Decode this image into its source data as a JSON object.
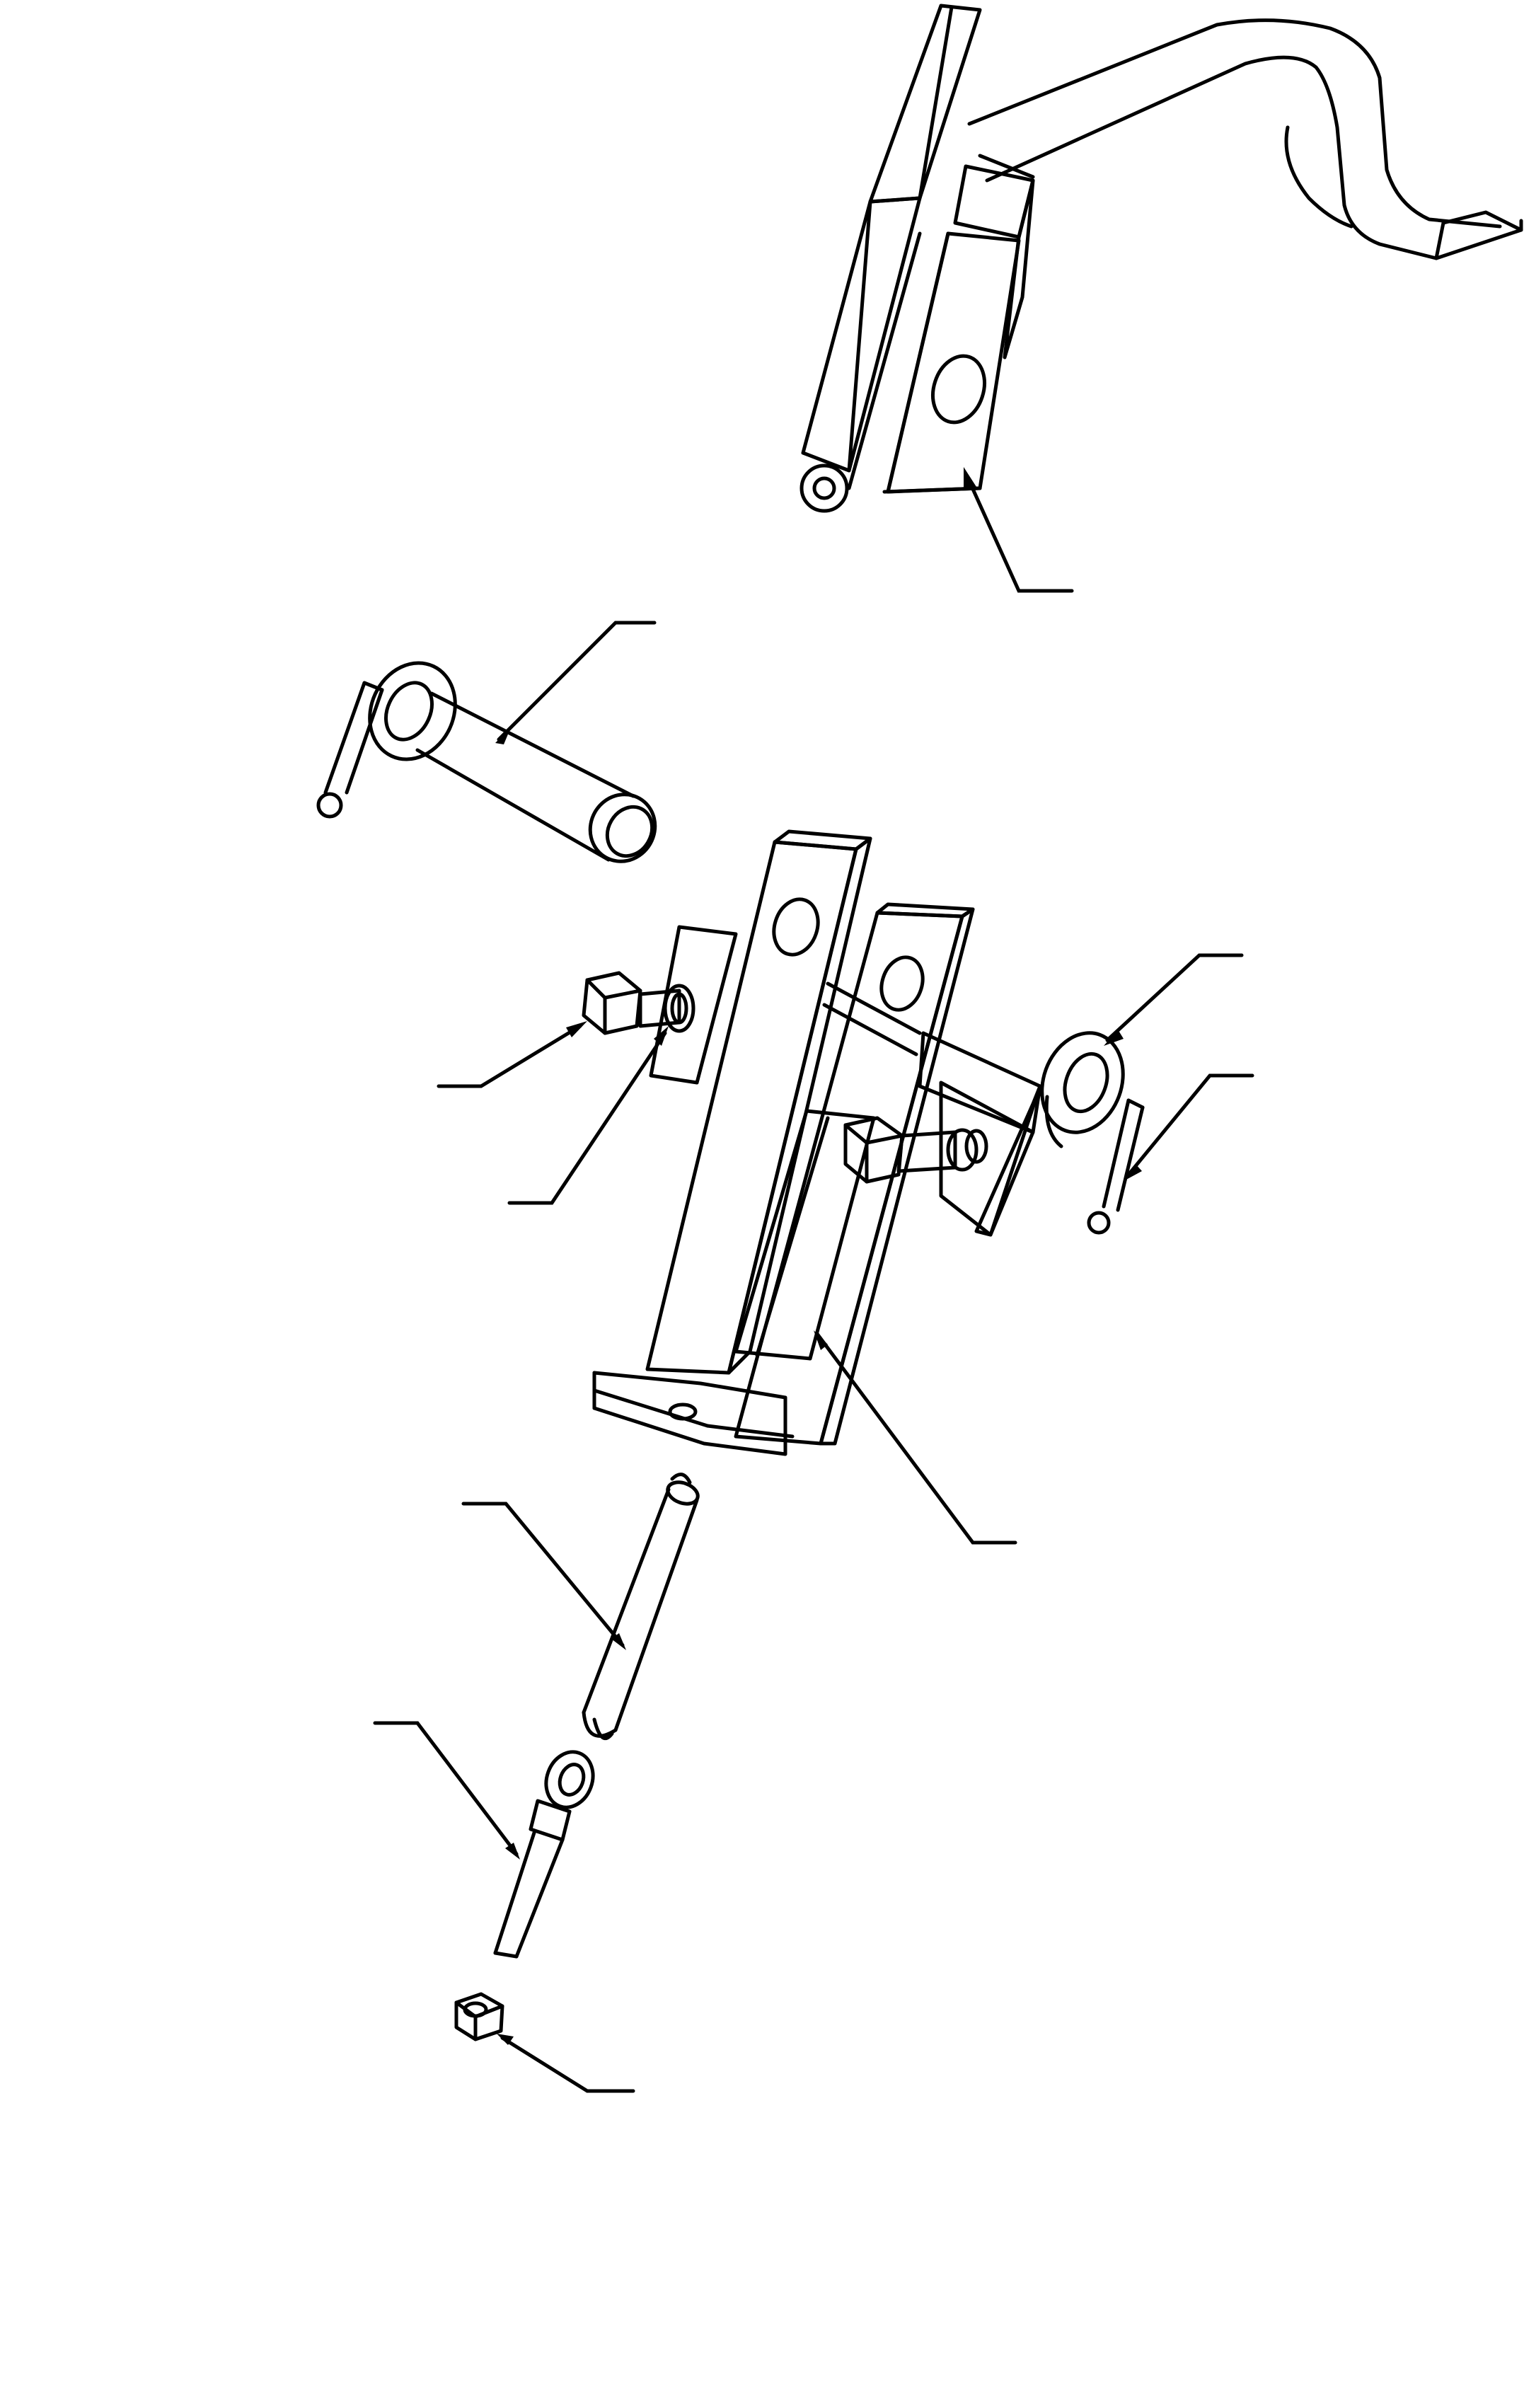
{
  "diagram": {
    "type": "exploded-parts-drawing",
    "line_color": "#000000",
    "background": "#ffffff",
    "callouts": [
      {
        "id": "bracket-callout",
        "label": ""
      },
      {
        "id": "pivot-pin-callout",
        "label": ""
      },
      {
        "id": "bolt-left-callout",
        "label": ""
      },
      {
        "id": "lockwasher-left-callout",
        "label": ""
      },
      {
        "id": "washer-right-callout",
        "label": ""
      },
      {
        "id": "cotter-pin-right-callout",
        "label": ""
      },
      {
        "id": "clevis-block-callout",
        "label": ""
      },
      {
        "id": "roll-pin-callout",
        "label": ""
      },
      {
        "id": "eye-bolt-callout",
        "label": ""
      },
      {
        "id": "nut-callout",
        "label": ""
      }
    ]
  }
}
